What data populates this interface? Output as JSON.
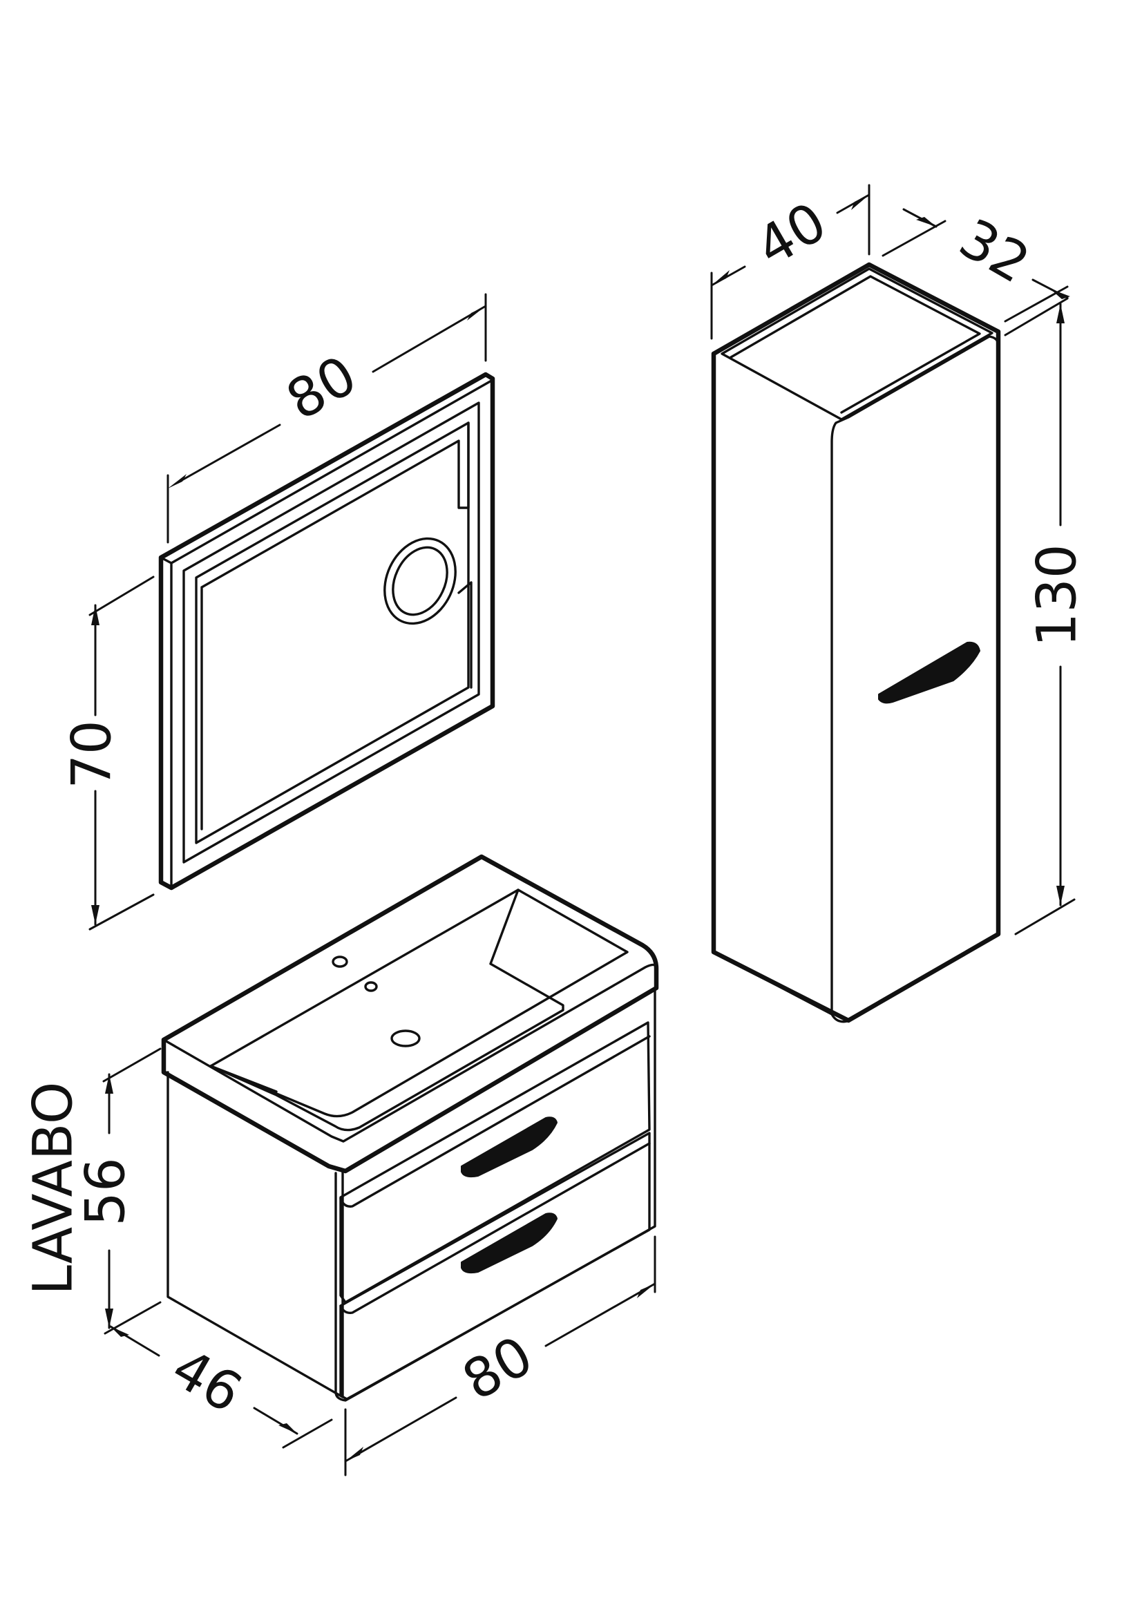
{
  "dimensions": {
    "mirror_width": "80",
    "mirror_height": "70",
    "cabinet_width": "40",
    "cabinet_depth": "32",
    "cabinet_height": "130",
    "vanity_height": "56",
    "vanity_depth": "46",
    "vanity_width": "80"
  },
  "labels": {
    "vanity": "LAVABO"
  }
}
